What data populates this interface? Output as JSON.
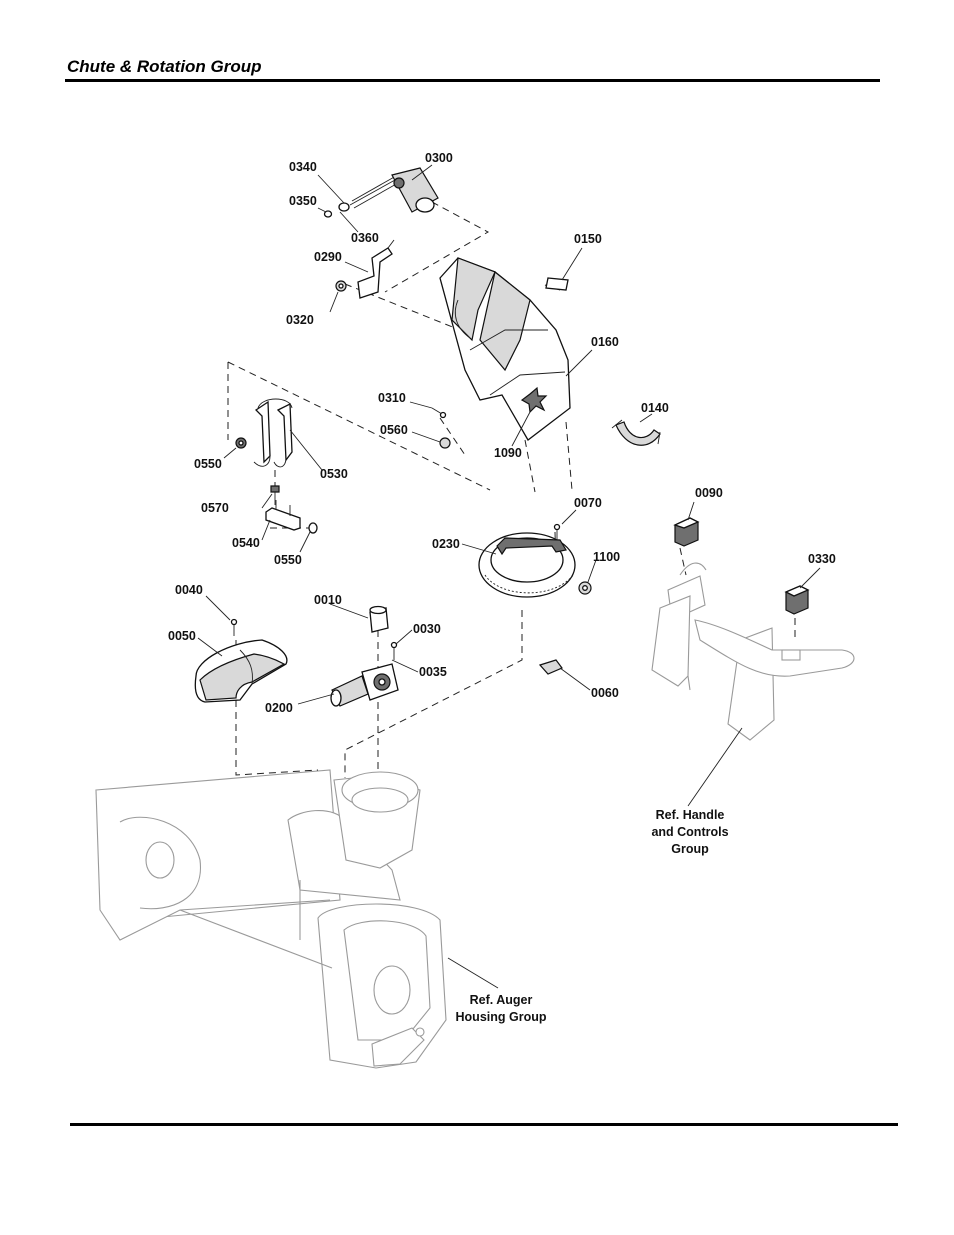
{
  "page": {
    "title": "Chute & Rotation Group"
  },
  "callouts": [
    {
      "id": "c0340",
      "label": "0340"
    },
    {
      "id": "c0300",
      "label": "0300"
    },
    {
      "id": "c0350",
      "label": "0350"
    },
    {
      "id": "c0360",
      "label": "0360"
    },
    {
      "id": "c0290",
      "label": "0290"
    },
    {
      "id": "c0150",
      "label": "0150"
    },
    {
      "id": "c0320",
      "label": "0320"
    },
    {
      "id": "c0160",
      "label": "0160"
    },
    {
      "id": "c0310",
      "label": "0310"
    },
    {
      "id": "c0140",
      "label": "0140"
    },
    {
      "id": "c0560",
      "label": "0560"
    },
    {
      "id": "c1090",
      "label": "1090"
    },
    {
      "id": "c0550a",
      "label": "0550"
    },
    {
      "id": "c0530",
      "label": "0530"
    },
    {
      "id": "c0070",
      "label": "0070"
    },
    {
      "id": "c0090",
      "label": "0090"
    },
    {
      "id": "c0570",
      "label": "0570"
    },
    {
      "id": "c0230",
      "label": "0230"
    },
    {
      "id": "c1100",
      "label": "1100"
    },
    {
      "id": "c0540",
      "label": "0540"
    },
    {
      "id": "c0550b",
      "label": "0550"
    },
    {
      "id": "c0330",
      "label": "0330"
    },
    {
      "id": "c0040",
      "label": "0040"
    },
    {
      "id": "c0010",
      "label": "0010"
    },
    {
      "id": "c0030",
      "label": "0030"
    },
    {
      "id": "c0050",
      "label": "0050"
    },
    {
      "id": "c0035",
      "label": "0035"
    },
    {
      "id": "c0060",
      "label": "0060"
    },
    {
      "id": "c0200",
      "label": "0200"
    }
  ],
  "references": {
    "handle": [
      "Ref. Handle",
      "and Controls",
      "Group"
    ],
    "auger": [
      "Ref. Auger",
      "Housing Group"
    ]
  }
}
